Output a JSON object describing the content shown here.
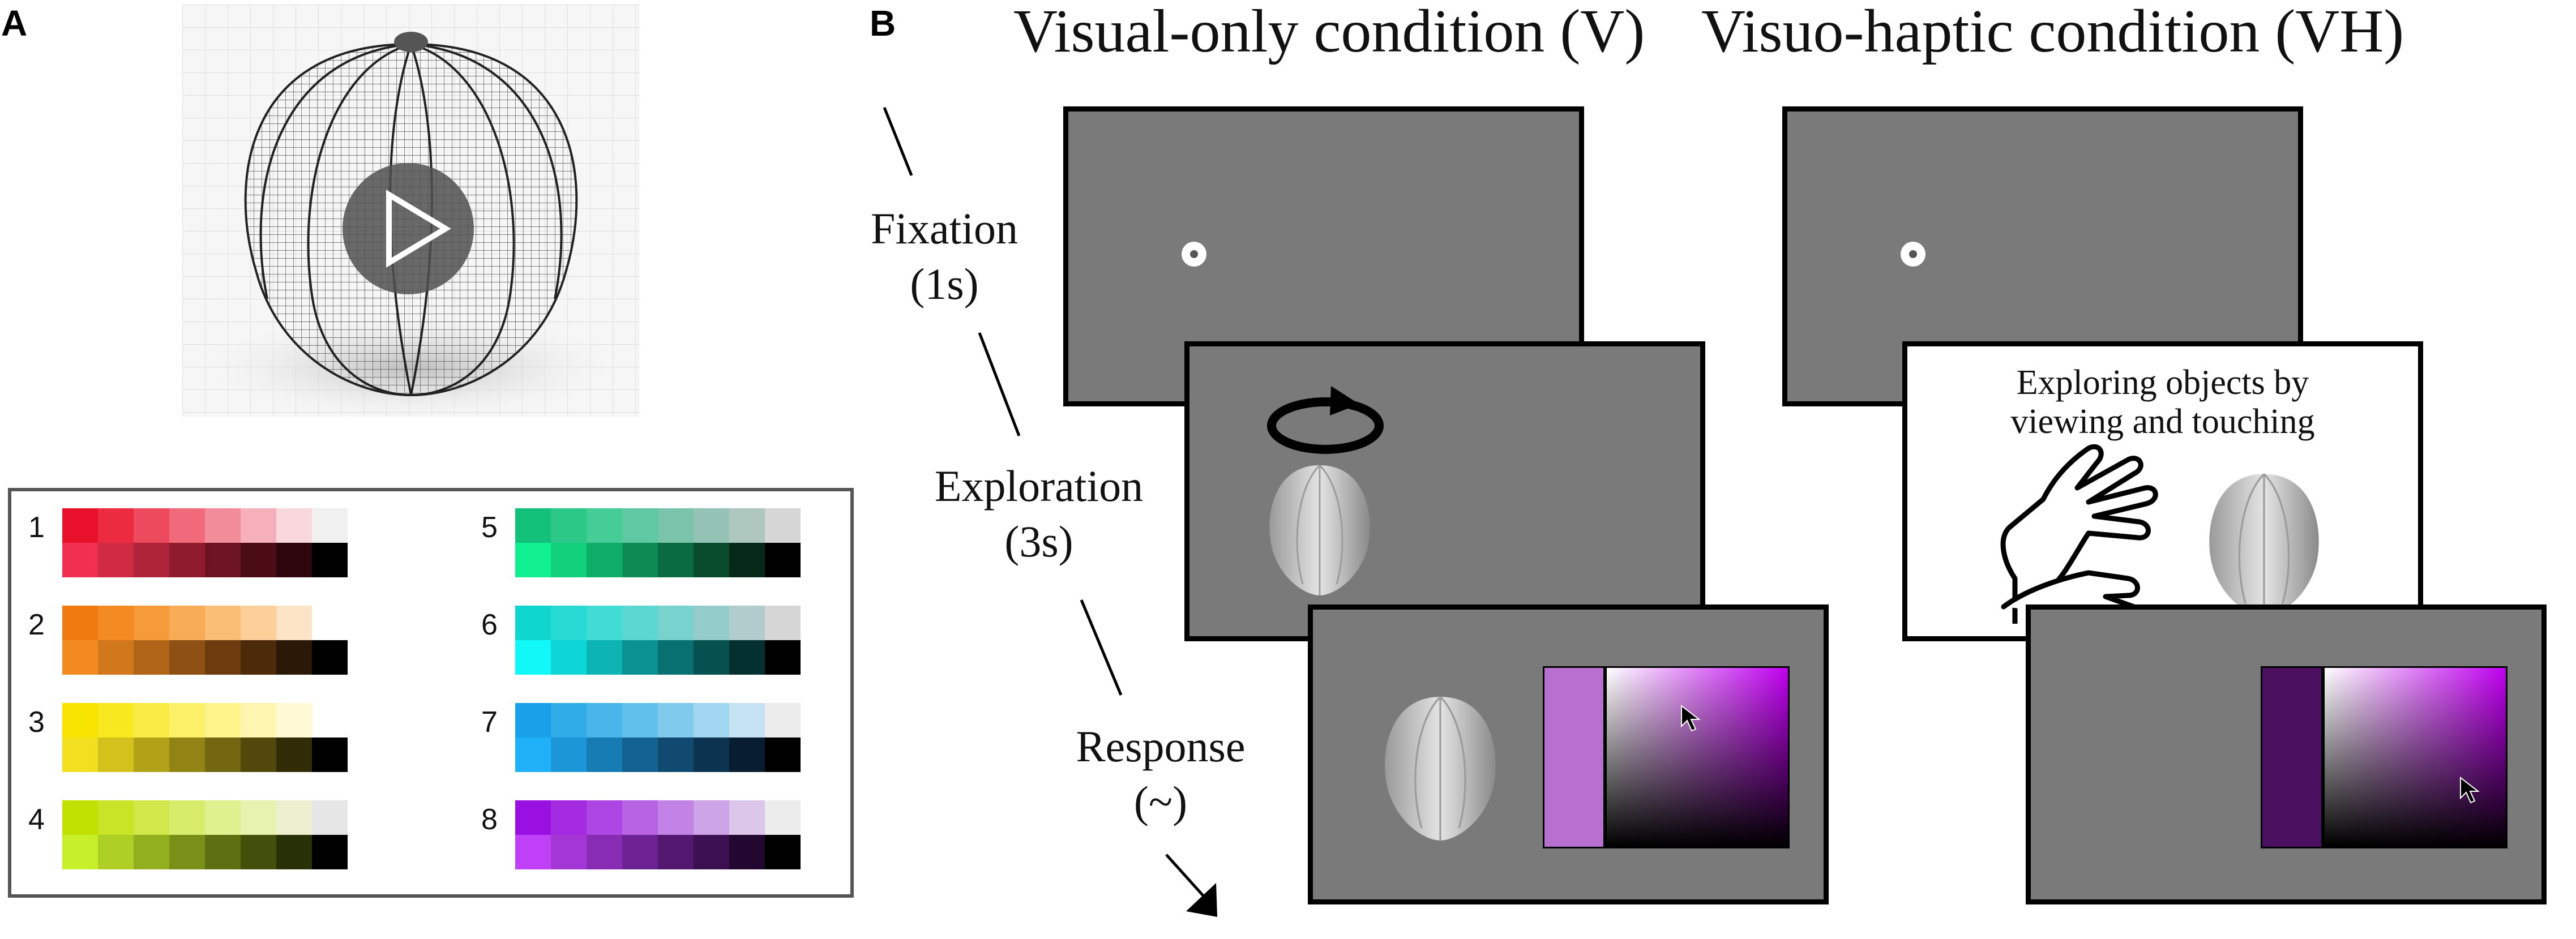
{
  "panels": {
    "a_letter": "A",
    "b_letter": "B"
  },
  "conditions": {
    "visual_title": "Visual-only condition (V)",
    "visuohaptic_title": "Visuo-haptic condition (VH)"
  },
  "phases": {
    "fixation": {
      "name": "Fixation",
      "duration": "(1s)"
    },
    "exploration": {
      "name": "Exploration",
      "duration": "(3s)"
    },
    "response": {
      "name": "Response",
      "duration": "(~)"
    }
  },
  "vh_exploration_text": {
    "line1": "Exploring objects by",
    "line2": "viewing and touching"
  },
  "colors": {
    "screen_gray": "#7a7a7a",
    "v_selected_swatch": "#b76fd0",
    "vh_selected_swatch": "#4b1060"
  },
  "icons": {
    "play": "play-icon",
    "rotate": "rotate-arrow-icon",
    "hands": "hands-icon",
    "cursor": "cursor-arrow-icon"
  },
  "palettes": [
    {
      "id": "1",
      "top": [
        "#e8102a",
        "#ec2a40",
        "#ee4a5e",
        "#f06a7c",
        "#f28c9a",
        "#f6b0bb",
        "#f8d8dc",
        "#f0f0f0"
      ],
      "bottom": [
        "#f0304e",
        "#d02a44",
        "#b0243a",
        "#8e1c2e",
        "#6c1422",
        "#4c0c16",
        "#2c060c",
        "#000000"
      ]
    },
    {
      "id": "2",
      "top": [
        "#f07a10",
        "#f48a22",
        "#f69a3a",
        "#f8ac56",
        "#fabe76",
        "#fcd098",
        "#fde4c6",
        "#ffffff"
      ],
      "bottom": [
        "#f28a20",
        "#d2781c",
        "#b06418",
        "#8e5014",
        "#6c3c0e",
        "#4c2a0a",
        "#2c1806",
        "#000000"
      ]
    },
    {
      "id": "3",
      "top": [
        "#f6e400",
        "#f8e820",
        "#faec44",
        "#fcf068",
        "#fdf48c",
        "#fef6b0",
        "#fffad4",
        "#ffffff"
      ],
      "bottom": [
        "#f2e020",
        "#d4c21c",
        "#b2a218",
        "#928414",
        "#726610",
        "#52480c",
        "#322c06",
        "#000000"
      ]
    },
    {
      "id": "4",
      "top": [
        "#c0e000",
        "#c8e426",
        "#d0e84a",
        "#d8ec6c",
        "#dff08e",
        "#e6f2ae",
        "#ecf0d0",
        "#e6e6e6"
      ],
      "bottom": [
        "#c8f02a",
        "#aed024",
        "#92b01e",
        "#789018",
        "#5c7012",
        "#42500c",
        "#283006",
        "#000000"
      ]
    },
    {
      "id": "5",
      "top": [
        "#12c07a",
        "#2cc888",
        "#46cc96",
        "#60c8a2",
        "#7ac4ac",
        "#94c2b4",
        "#aec8c0",
        "#d6d6d6"
      ],
      "bottom": [
        "#10f090",
        "#10d07c",
        "#0eae68",
        "#0c8c54",
        "#0a6a40",
        "#084a2c",
        "#062a1a",
        "#000000"
      ]
    },
    {
      "id": "6",
      "top": [
        "#10d6d0",
        "#28dad4",
        "#42dcd6",
        "#5cd8d2",
        "#78d2ce",
        "#94cccc",
        "#b0cccc",
        "#d6d6d6"
      ],
      "bottom": [
        "#10f8f8",
        "#0ed6d6",
        "#0cb4b4",
        "#0a9292",
        "#087070",
        "#065050",
        "#043030",
        "#000000"
      ]
    },
    {
      "id": "7",
      "top": [
        "#18a0e8",
        "#30ace8",
        "#48b6ea",
        "#62c0ec",
        "#80caee",
        "#a0d6f0",
        "#c4e2f2",
        "#ececec"
      ],
      "bottom": [
        "#20b0f8",
        "#1c96d6",
        "#187cb4",
        "#146292",
        "#104a70",
        "#0c3450",
        "#081e30",
        "#000000"
      ]
    },
    {
      "id": "8",
      "top": [
        "#9a10e0",
        "#a42ae2",
        "#ae46e4",
        "#b862e4",
        "#c282e6",
        "#cea4e8",
        "#dcc6ea",
        "#ececec"
      ],
      "bottom": [
        "#c040f8",
        "#a436d6",
        "#882cb4",
        "#6c2292",
        "#521870",
        "#3a1050",
        "#220830",
        "#000000"
      ]
    }
  ]
}
